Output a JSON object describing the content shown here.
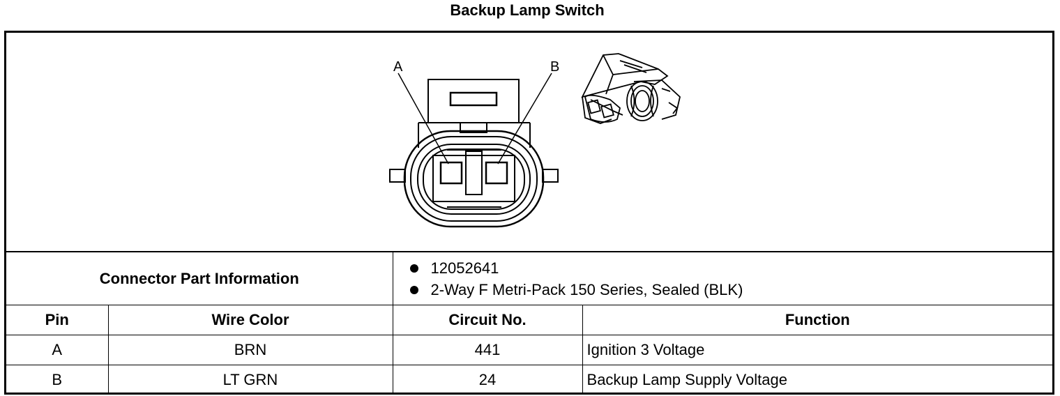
{
  "title": "Backup Lamp Switch",
  "diagram": {
    "pin_labels": [
      "A",
      "B"
    ]
  },
  "connector": {
    "label": "Connector Part Information",
    "items": [
      "12052641",
      "2-Way F Metri-Pack 150 Series, Sealed (BLK)"
    ]
  },
  "table": {
    "headers": [
      "Pin",
      "Wire Color",
      "Circuit No.",
      "Function"
    ],
    "rows": [
      [
        "A",
        "BRN",
        "441",
        "Ignition 3 Voltage"
      ],
      [
        "B",
        "LT GRN",
        "24",
        "Backup Lamp Supply Voltage"
      ]
    ]
  }
}
